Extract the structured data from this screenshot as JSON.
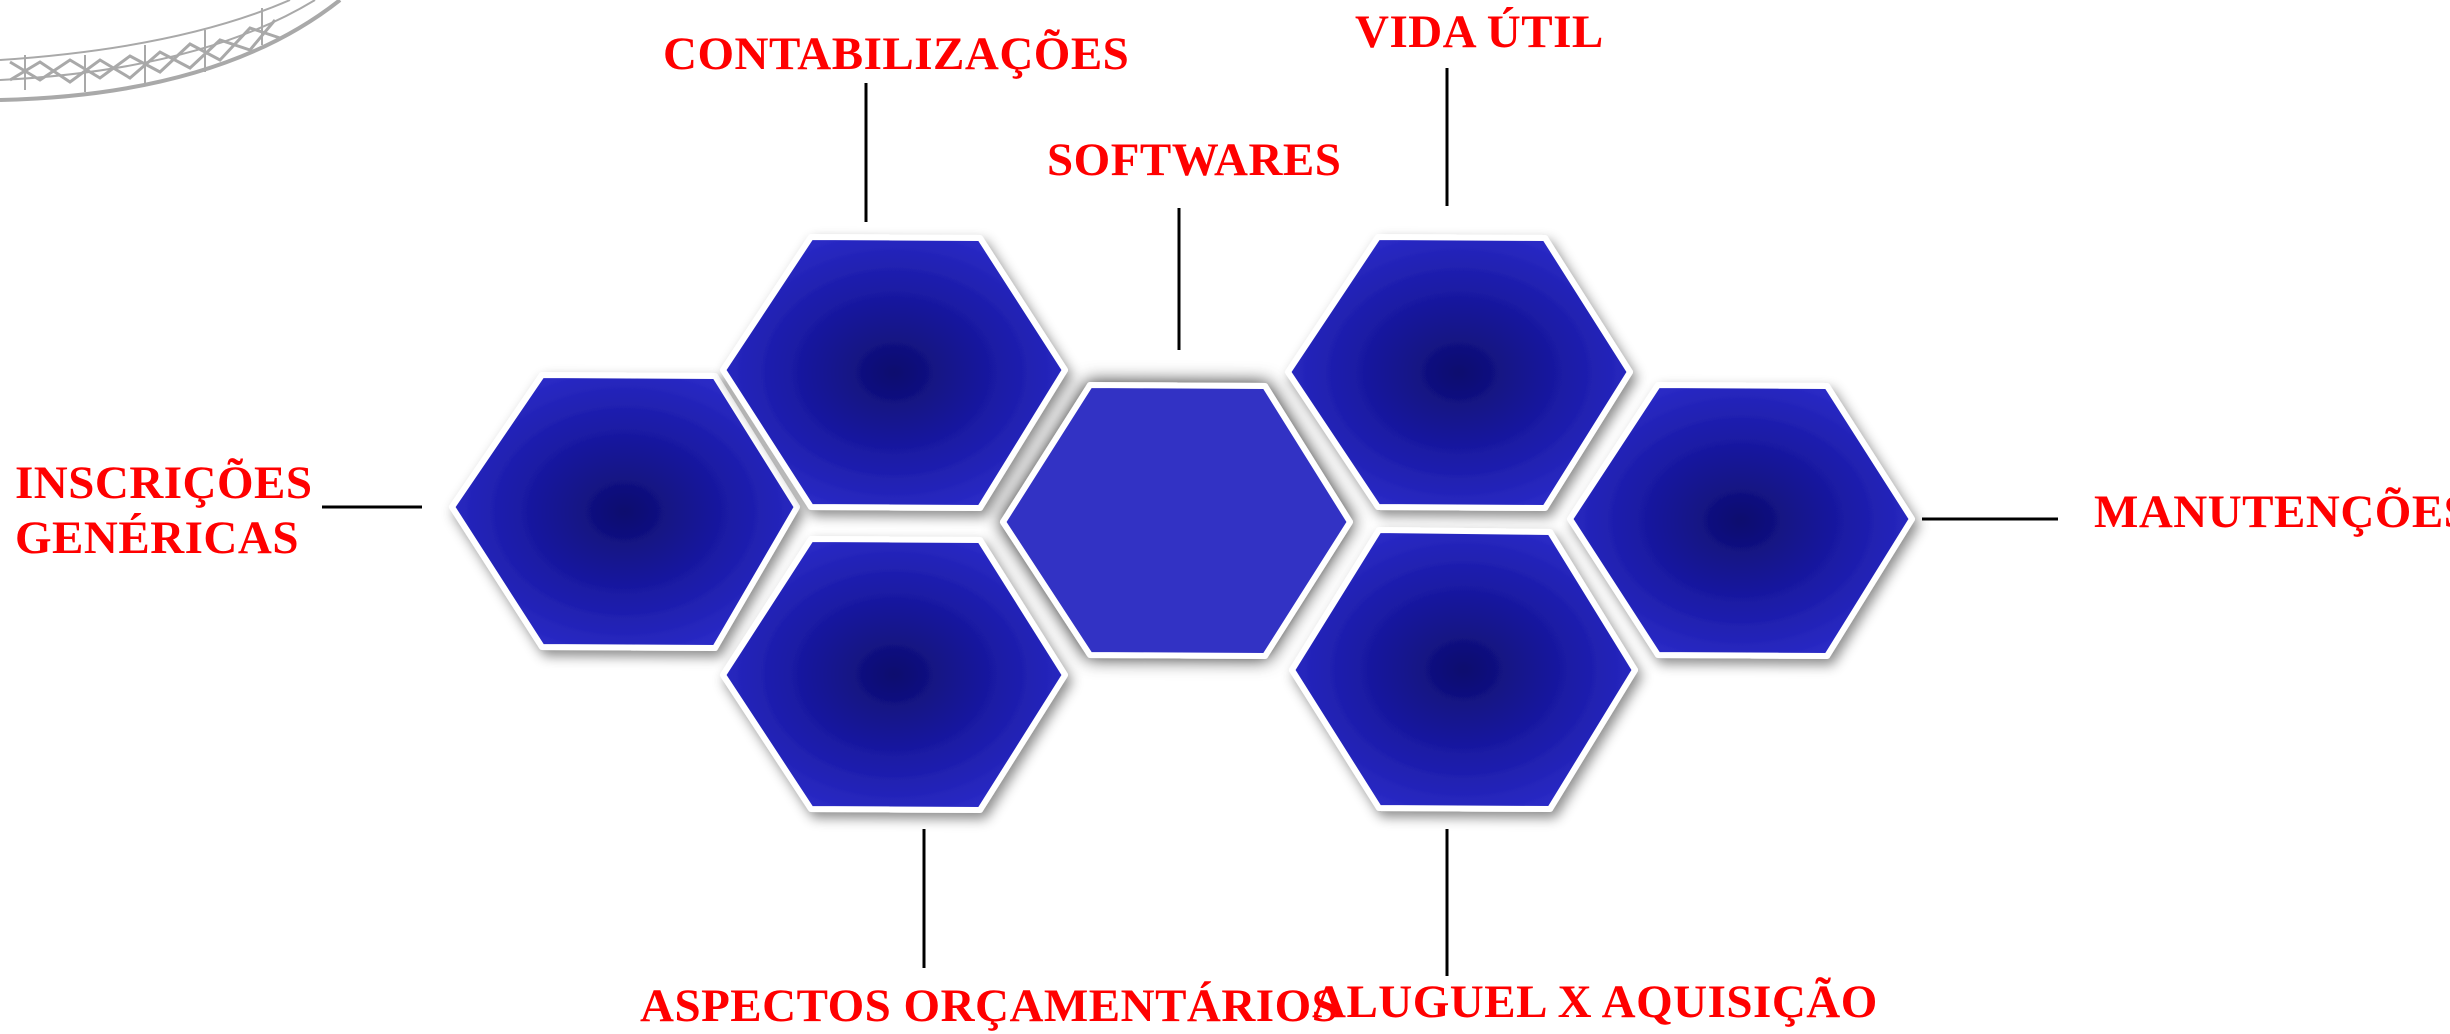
{
  "colors": {
    "label": "#ff0000",
    "hex_fill_light": "#2b2bc8",
    "hex_fill_dark": "#0d0d6e",
    "hex_center_fill": "#3030c4",
    "hex_border": "#ffffff",
    "connector": "#000000"
  },
  "labels": {
    "contabilizacoes": "CONTABILIZAÇÕES",
    "vida_util": "VIDA ÚTIL",
    "softwares": "SOFTWARES",
    "inscricoes_line1": "INSCRIÇÕES",
    "inscricoes_line2": "GENÉRICAS",
    "manutencoes": "MANUTENÇÕES",
    "aspectos": "ASPECTOS ORÇAMENTÁRIOS",
    "aluguel": "ALUGUEL X AQUISIÇÃO"
  },
  "decoration": {
    "corner_ornament": "circular-lattice-ornament"
  }
}
